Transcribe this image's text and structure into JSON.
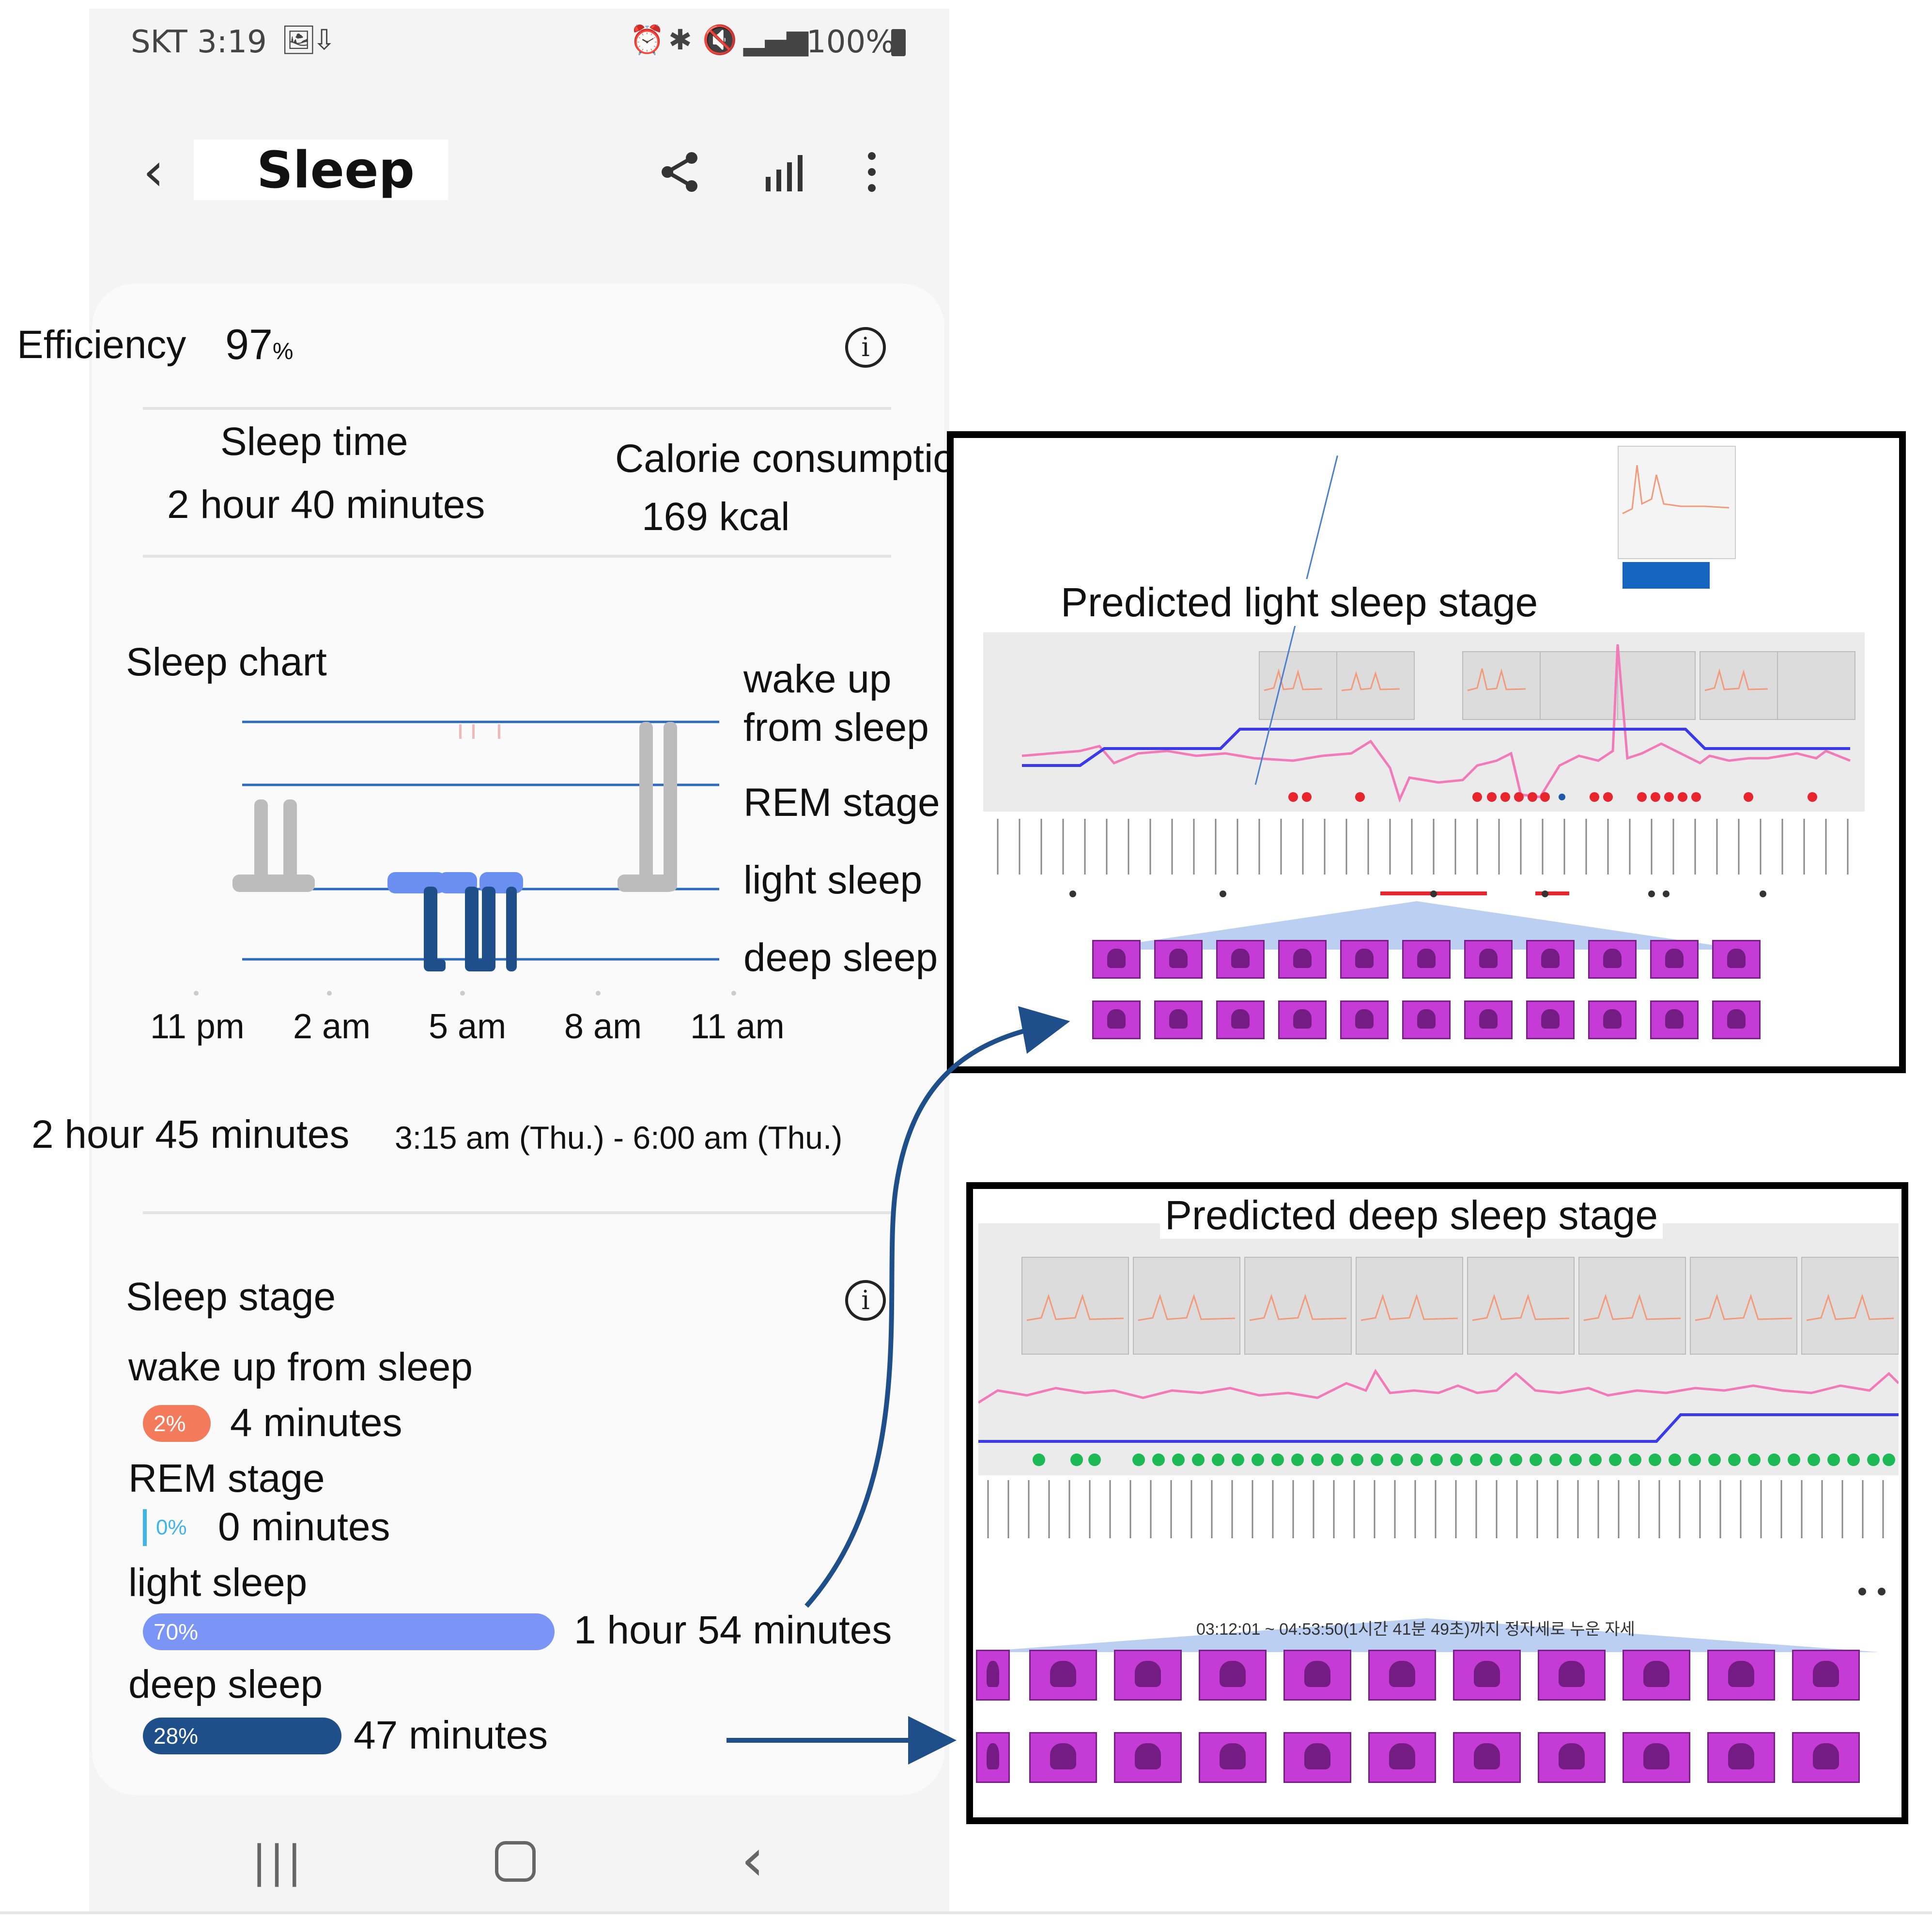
{
  "status_bar": {
    "left": "SKT 3:19",
    "battery": "100%"
  },
  "header": {
    "title": "Sleep"
  },
  "efficiency": {
    "label": "Efficiency",
    "value": "97",
    "unit": "%"
  },
  "sleep_time": {
    "label": "Sleep time",
    "value": "2 hour 40 minutes"
  },
  "calories": {
    "label": "Calorie consumption",
    "value": "169 kcal"
  },
  "sleep_chart": {
    "label": "Sleep chart",
    "levels": [
      "wake up",
      "from sleep",
      "REM stage",
      "light sleep",
      "deep sleep"
    ],
    "x_ticks": [
      "11 pm",
      "2 am",
      "5 am",
      "8 am",
      "11 am"
    ]
  },
  "session": {
    "duration": "2 hour 45 minutes",
    "range": "3:15 am (Thu.) - 6:00 am (Thu.)"
  },
  "sleep_stage": {
    "label": "Sleep stage",
    "stages": [
      {
        "name": "wake up from sleep",
        "percent": "2%",
        "percent_value": 2,
        "duration": "4 minutes",
        "color": "#f47a5c"
      },
      {
        "name": "REM stage",
        "percent": "0%",
        "percent_value": 0,
        "duration": "0 minutes",
        "color": "#3fb4e8"
      },
      {
        "name": "light sleep",
        "percent": "70%",
        "percent_value": 70,
        "duration": "1 hour 54 minutes",
        "color": "#7a95f5"
      },
      {
        "name": "deep sleep",
        "percent": "28%",
        "percent_value": 28,
        "duration": "47 minutes",
        "color": "#1f4f8a"
      }
    ]
  },
  "panels": {
    "light": {
      "title": "Predicted light sleep stage"
    },
    "deep": {
      "title": "Predicted deep sleep stage",
      "caption": "03:12:01 ~ 04:53:50(1시간 41분 49초)까지 정자세로 누운 자세"
    }
  },
  "colors": {
    "pulse": "#f27ab8",
    "sleep_cycle": "#3a3ae8",
    "light_marker": "#e8252c",
    "deep_marker": "#1db954",
    "arrow": "#1f4f8a"
  }
}
